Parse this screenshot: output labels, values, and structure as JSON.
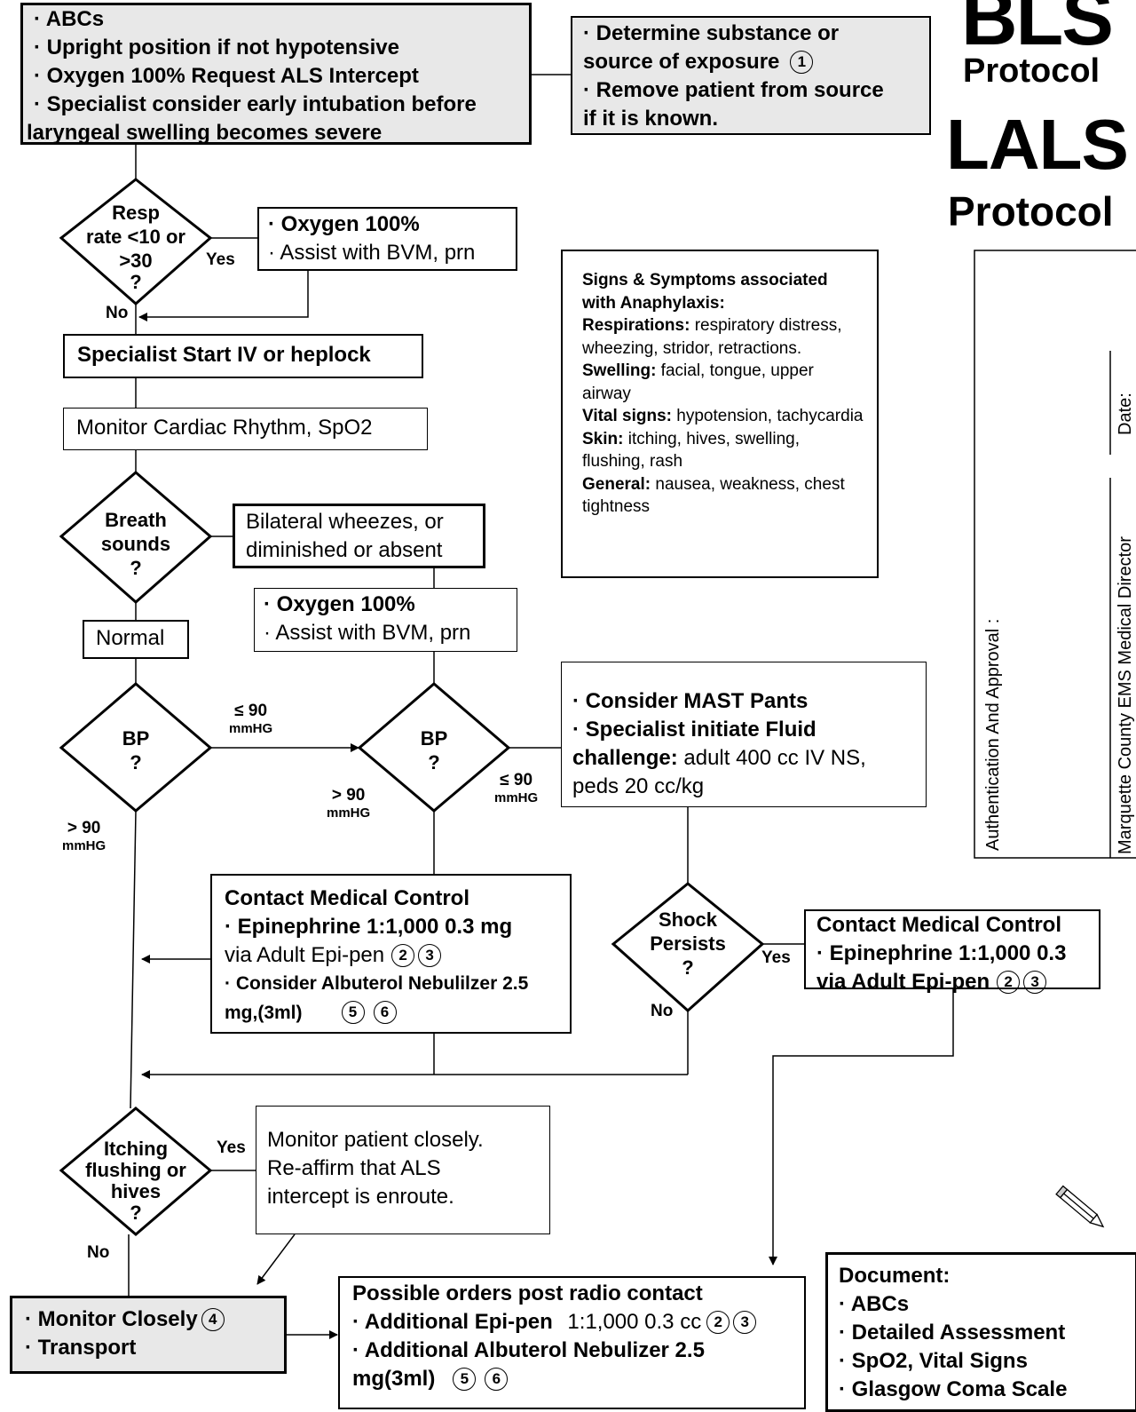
{
  "header": {
    "bls": "BLS",
    "protocol1": "Protocol",
    "lals": "LALS",
    "protocol2": "Protocol"
  },
  "boxes": {
    "abc": [
      "· ABCs",
      "· Upright position if not hypotensive",
      "· Oxygen 100% Request ALS Intercept",
      "· Specialist consider early intubation before",
      "laryngeal swelling becomes severe"
    ],
    "determine": [
      "· Determine substance or",
      "source of exposure",
      "· Remove patient from source",
      "if it is known."
    ],
    "determine_note": "1",
    "oxygen1": [
      "· Oxygen 100%",
      "· Assist with BVM, prn"
    ],
    "start_iv": "Specialist Start IV or heplock",
    "monitor_cardiac": "Monitor Cardiac Rhythm, SpO2",
    "wheezes": [
      "Bilateral wheezes, or",
      "diminished or absent"
    ],
    "oxygen2": [
      "· Oxygen 100%",
      "· Assist with BVM, prn"
    ],
    "normal": "Normal",
    "mast": [
      "· Consider MAST Pants",
      "· Specialist initiate Fluid",
      "challenge:",
      " adult 400 cc IV NS,",
      "peds 20 cc/kg"
    ],
    "contact1": [
      "Contact Medical Control",
      "· Epinephrine 1:1,000 0.3 mg",
      "via Adult Epi-pen",
      "· Consider Albuterol Nebulilzer 2.5",
      "mg,(3ml)"
    ],
    "contact1_notes": [
      "2",
      "3",
      "5",
      "6"
    ],
    "contact2": [
      "Contact Medical Control",
      "· Epinephrine 1:1,000 0.3",
      "via Adult Epi-pen"
    ],
    "contact2_notes": [
      "2",
      "3"
    ],
    "monitor_patient": [
      "Monitor patient closely.",
      "Re-affirm that ALS",
      "intercept is enroute."
    ],
    "monitor_closely": [
      "· Monitor Closely",
      "· Transport"
    ],
    "monitor_closely_note": "4",
    "possible": [
      "Possible orders post radio contact",
      "· Additional Epi-pen",
      "1:1,000 0.3 cc",
      "· Additional Albuterol Nebulizer 2.5",
      "mg(3ml)"
    ],
    "possible_notes": [
      "2",
      "3",
      "5",
      "6"
    ],
    "document": [
      "Document:",
      "· ABCs",
      "· Detailed Assessment",
      "· SpO2, Vital Signs",
      "· Glasgow Coma Scale"
    ]
  },
  "diamonds": {
    "resp": [
      "Resp",
      "rate <10 or",
      ">30",
      "?"
    ],
    "breath": [
      "Breath",
      "sounds",
      "?"
    ],
    "bp1": [
      "BP",
      "?"
    ],
    "bp2": [
      "BP",
      "?"
    ],
    "shock": [
      "Shock",
      "Persists",
      "?"
    ],
    "itching": [
      "Itching",
      "flushing or",
      "hives",
      "?"
    ]
  },
  "labels": {
    "yes": "Yes",
    "no": "No",
    "le90": "≤ 90",
    "gt90": "> 90",
    "unit": "mmHG"
  },
  "signs": {
    "heading": "Signs & Symptoms associated with Anaphylaxis:",
    "items": [
      {
        "term": "Respirations:",
        "text": " respiratory distress, wheezing, stridor, retractions."
      },
      {
        "term": "Swelling:",
        "text": " facial, tongue, upper airway"
      },
      {
        "term": "Vital signs:",
        "text": " hypotension, tachycardia"
      },
      {
        "term": "Skin:",
        "text": " itching, hives, swelling, flushing, rash"
      },
      {
        "term": "General:",
        "text": " nausea, weakness, chest tightness"
      }
    ]
  },
  "approval": {
    "label": "Authentication And Approval :",
    "date": "Date:",
    "director": "Marquette County EMS Medical Director"
  }
}
